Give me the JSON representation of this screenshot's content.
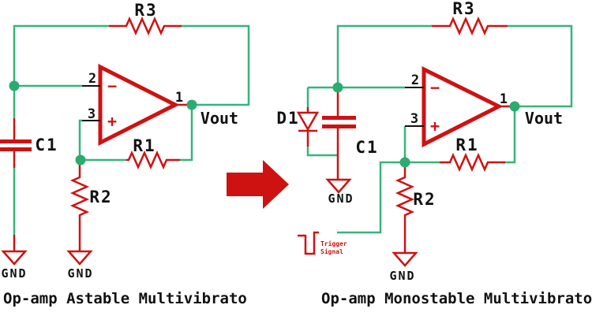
{
  "diagram": {
    "colors": {
      "wire_green": "#35B57A",
      "component_red": "#CE1212",
      "text_black": "#111111"
    },
    "left": {
      "caption": "Op-amp Astable Multivibrato",
      "r3": "R3",
      "r1": "R1",
      "r2": "R2",
      "c1": "C1",
      "vout": "Vout",
      "gnd_c1": "GND",
      "gnd_r2": "GND",
      "pin1": "1",
      "pin2": "2",
      "pin3": "3",
      "minus": "−",
      "plus": "+"
    },
    "right": {
      "caption": "Op-amp Monostable Multivibrato",
      "r3": "R3",
      "r1": "R1",
      "r2": "R2",
      "c1": "C1",
      "d1": "D1",
      "vout": "Vout",
      "gnd_c1": "GND",
      "gnd_r2": "GND",
      "pin1": "1",
      "pin2": "2",
      "pin3": "3",
      "minus": "−",
      "plus": "+",
      "trigger_line1": "Trigger",
      "trigger_line2": "Signal"
    }
  }
}
